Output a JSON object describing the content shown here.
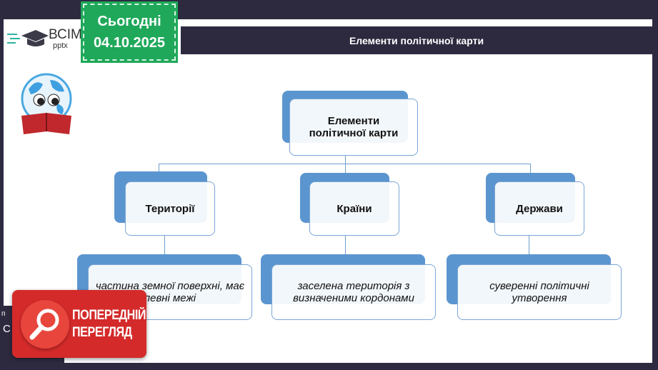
{
  "date_badge": {
    "label": "Сьогодні",
    "date": "04.10.2025"
  },
  "logo": {
    "line1": "ВСІМ",
    "line2": "pptx"
  },
  "header": {
    "title": "Елементи політичної карти"
  },
  "diagram": {
    "root": "Елементи політичної карти",
    "children": [
      {
        "label": "Території",
        "description": "частина земної поверхні, має певні межі"
      },
      {
        "label": "Країни",
        "description": "заселена територія з визначеними кордонами"
      },
      {
        "label": "Держави",
        "description": "суверенні політичні утворення"
      }
    ]
  },
  "preview_badge": {
    "line1": "ПОПЕРЕДНІЙ",
    "line2": "ПЕРЕГЛЯД"
  },
  "left_fragment": {
    "a": "п",
    "b": "С"
  },
  "colors": {
    "frame": "#2d2a40",
    "accent_blue": "#5b95cf",
    "date_green": "#1fa85a",
    "preview_red": "#d42a2a"
  }
}
